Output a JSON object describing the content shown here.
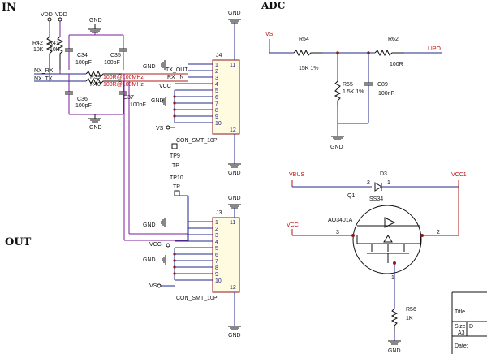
{
  "headings": {
    "input": "IN",
    "output": "OUT",
    "adc": "ADC"
  },
  "input_section": {
    "vdd1": "VDD",
    "vdd2": "VDD",
    "gnd_top": "GND",
    "gnd_bottom": "GND",
    "r42": "R42",
    "r42_value": "10K",
    "r41": "R41",
    "r41_value": "10K",
    "c34": "C34",
    "c34_value": "100pF",
    "c35": "C35",
    "c35_value": "100pF",
    "c36": "C36",
    "c36_value": "100pF",
    "c37": "C37",
    "c37_value": "100pF",
    "r39": "R39",
    "r39_value": "100R@100MHz",
    "r40": "R40",
    "r40_value": "100R@100MHz",
    "nx_rx": "NX_RX",
    "nx_tx": "NX_TX"
  },
  "j4": {
    "ref": "J4",
    "part": "CON_SMT_10P",
    "pins": [
      "1",
      "2",
      "3",
      "4",
      "5",
      "6",
      "7",
      "8",
      "9",
      "10"
    ],
    "pin11": "11",
    "pin12": "12",
    "gnd_net": "GND",
    "tx_out": "TX_OUT",
    "rx_in": "RX_IN",
    "vcc": "VCC",
    "gnd2": "GND",
    "vs": "VS",
    "gnd_top": "GND",
    "gnd_bottom": "GND"
  },
  "test_points": {
    "tp9": "TP9",
    "tp9_label": "TP",
    "tp10": "TP10",
    "tp10_label": "TP"
  },
  "j3": {
    "ref": "J3",
    "part": "CON_SMT_10P",
    "pins": [
      "1",
      "2",
      "3",
      "4",
      "5",
      "6",
      "7",
      "8",
      "9",
      "10"
    ],
    "pin11": "11",
    "pin12": "12",
    "gnd_net": "GND",
    "vcc": "VCC",
    "gnd2": "GND",
    "vs": "VS",
    "gnd_top": "GND",
    "gnd_bottom": "GND"
  },
  "adc": {
    "vs": "VS",
    "r54": "R54",
    "r54_value": "15K 1%",
    "r62": "R62",
    "r62_value": "100R",
    "lipo": "LIPO",
    "r55": "R55",
    "r55_value": "1.5K 1%",
    "c89": "C89",
    "c89_value": "100nF",
    "gnd": "GND"
  },
  "power": {
    "vbus": "VBUS",
    "d3": "D3",
    "d3_pin2": "2",
    "d3_pin1": "1",
    "d3_part": "SS34",
    "vcc1": "VCC1",
    "q1": "Q1",
    "q1_part": "AO3401A",
    "vcc": "VCC",
    "pin3": "3",
    "pin2": "2",
    "pin1": "1",
    "r56": "R56",
    "r56_value": "1K",
    "gnd": "GND"
  },
  "title_block": {
    "title": "Title",
    "size": "Size",
    "size_value": "A3",
    "doc": "D",
    "date": "Date:"
  }
}
